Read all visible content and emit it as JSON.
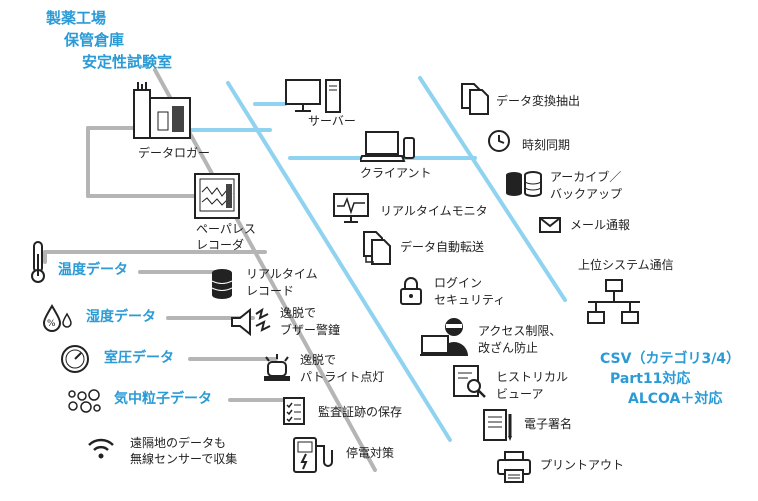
{
  "title": {
    "line1": "製薬工場",
    "line2": "保管倉庫",
    "line3": "安定性試験室"
  },
  "devices": {
    "data_logger": "データロガー",
    "paperless_recorder_1": "ペーパレス",
    "paperless_recorder_2": "レコーダ"
  },
  "sensors": {
    "temperature": "温度データ",
    "humidity": "湿度データ",
    "pressure": "室圧データ",
    "particles": "気中粒子データ",
    "wireless_1": "遠隔地のデータも",
    "wireless_2": "無線センサーで収集"
  },
  "logger_functions": {
    "realtime_record_1": "リアルタイム",
    "realtime_record_2": "レコード",
    "buzzer_1": "逸脱で",
    "buzzer_2": "ブザー警鐘",
    "patlite_1": "逸脱で",
    "patlite_2": "パトライト点灯",
    "audit_trail": "監査証跡の保存",
    "power_failure": "停電対策"
  },
  "network": {
    "server": "サーバー",
    "client": "クライアント",
    "realtime_monitor": "リアルタイムモニタ",
    "auto_transfer": "データ自動転送",
    "login_1": "ログイン",
    "login_2": "セキュリティ",
    "access_1": "アクセス制限、",
    "access_2": "改ざん防止",
    "historical_1": "ヒストリカル",
    "historical_2": "ビューア",
    "e_signature": "電子署名",
    "printout": "プリントアウト"
  },
  "services": {
    "data_conversion": "データ変換抽出",
    "time_sync": "時刻同期",
    "archive_1": "アーカイブ／",
    "archive_2": "バックアップ",
    "mail": "メール通報",
    "upper_system": "上位システム通信"
  },
  "compliance": {
    "line1": "CSV（カテゴリ3/4）",
    "line2": "Part11対応",
    "line3": "ALCOA＋対応"
  },
  "colors": {
    "accent": "#2b9bd6",
    "line_blue": "#8fd3f0",
    "line_gray": "#b5b5b5"
  }
}
